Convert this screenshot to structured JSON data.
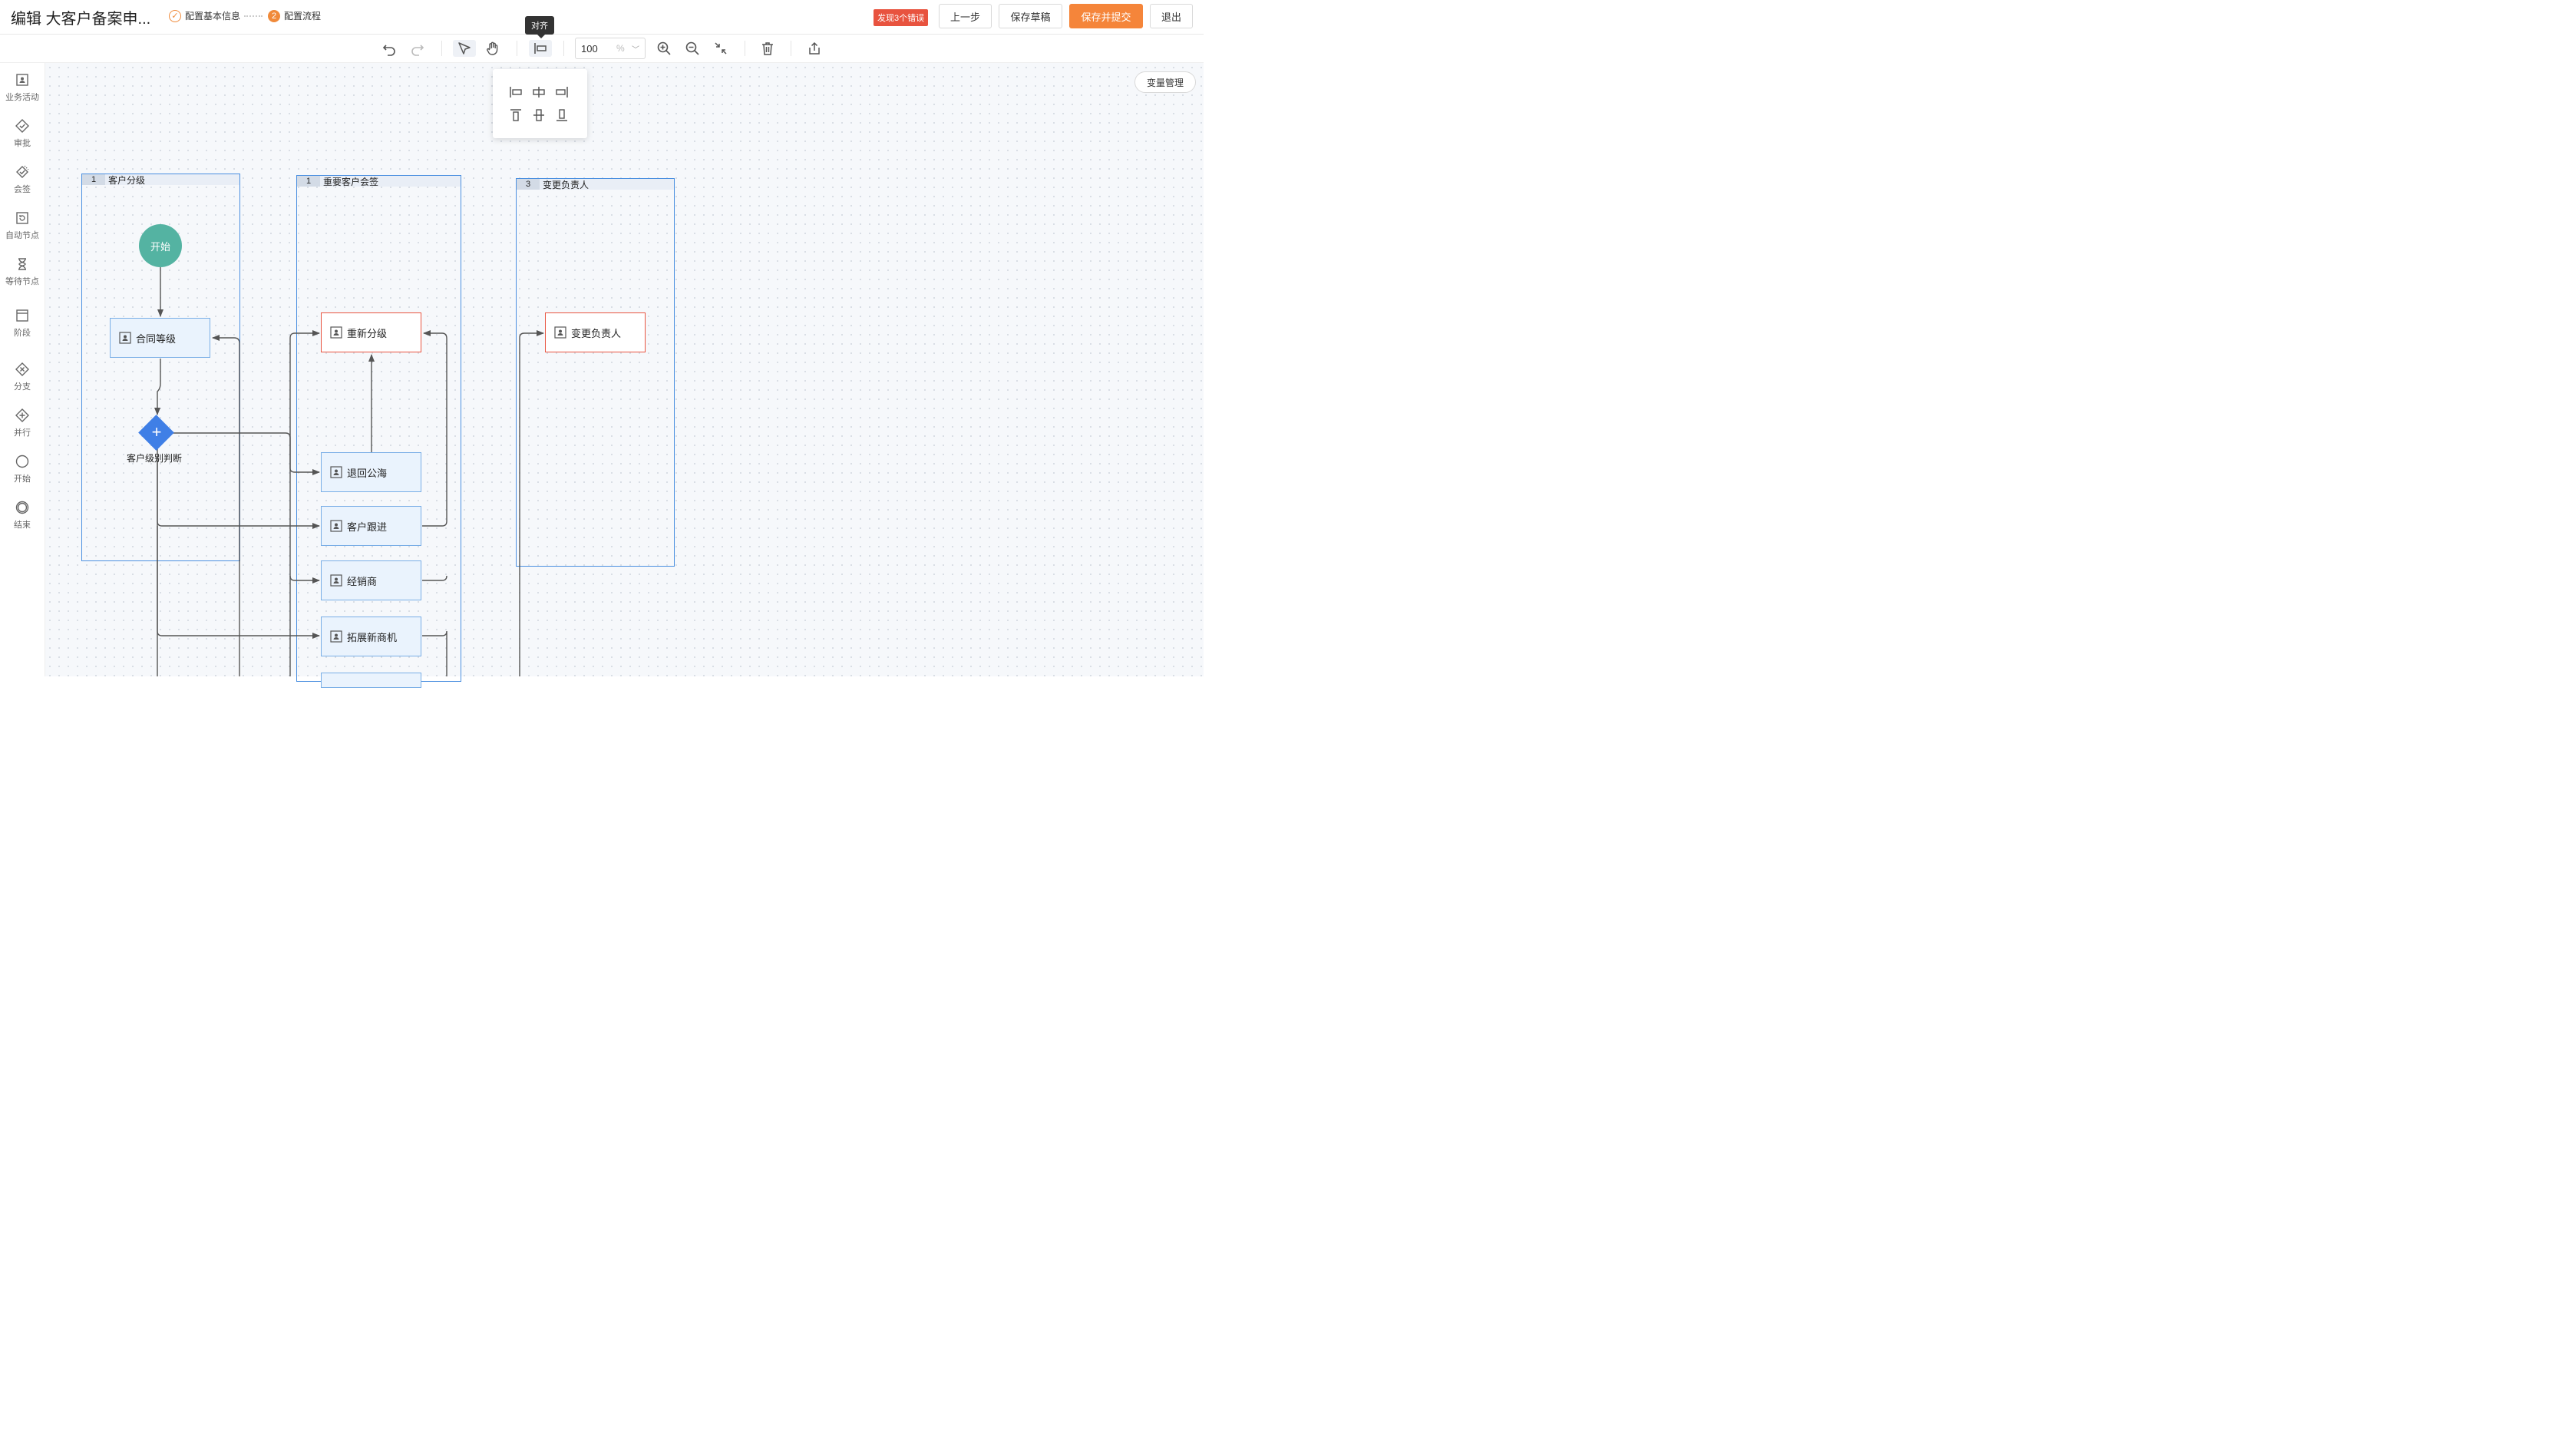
{
  "header": {
    "title": "编辑 大客户备案申...",
    "steps": [
      {
        "index": "✓",
        "label": "配置基本信息"
      },
      {
        "index": "2",
        "label": "配置流程"
      }
    ],
    "error_badge": "发现3个错误",
    "buttons": {
      "prev": "上一步",
      "save_draft": "保存草稿",
      "save_submit": "保存并提交",
      "exit": "退出"
    }
  },
  "toolbar": {
    "zoom_value": "100",
    "zoom_unit": "%",
    "tooltip": "对齐"
  },
  "sidebar": {
    "items": [
      {
        "label": "业务活动",
        "icon": "user-card-icon"
      },
      {
        "label": "审批",
        "icon": "approve-diamond-icon"
      },
      {
        "label": "会签",
        "icon": "countersign-icon"
      },
      {
        "label": "自动节点",
        "icon": "auto-node-icon"
      },
      {
        "label": "等待节点",
        "icon": "hourglass-icon"
      },
      {
        "label": "阶段",
        "icon": "stage-icon"
      },
      {
        "label": "分支",
        "icon": "branch-icon"
      },
      {
        "label": "并行",
        "icon": "parallel-icon"
      },
      {
        "label": "开始",
        "icon": "start-circle-icon"
      },
      {
        "label": "结束",
        "icon": "end-circle-icon"
      }
    ]
  },
  "canvas": {
    "variable_button": "变量管理",
    "lanes": [
      {
        "num": "1",
        "title": "客户分级"
      },
      {
        "num": "1",
        "title": "重要客户会签"
      },
      {
        "num": "3",
        "title": "变更负责人"
      }
    ],
    "start": "开始",
    "gateway_label": "客户级别判断",
    "nodes": {
      "contract_level": "合同等级",
      "regrade": "重新分级",
      "return_pool": "退回公海",
      "follow_up": "客户跟进",
      "dealer": "经销商",
      "new_opportunity": "拓展新商机",
      "change_owner": "变更负责人"
    }
  },
  "colors": {
    "accent": "#f5853a",
    "error": "#e8533f",
    "lane_border": "#4a8fe0",
    "node_fill": "#eaf3fd",
    "start": "#54b3a2",
    "gateway": "#3f7fe6"
  }
}
